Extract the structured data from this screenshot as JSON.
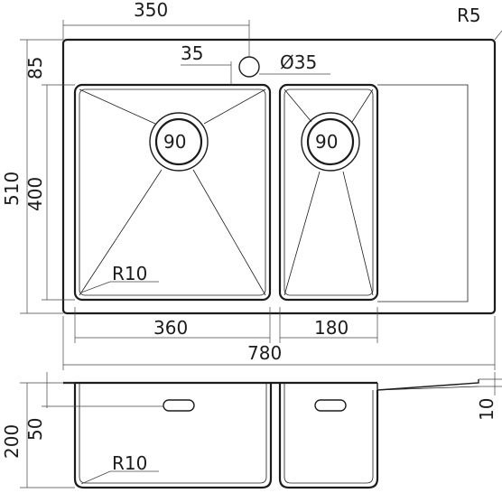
{
  "dimensions": {
    "top_width": "350",
    "corner_radius": "R5",
    "tap_offset": "35",
    "tap_hole": "Ø35",
    "height_small": "85",
    "total_height": "510",
    "bowl_height": "400",
    "drain_left": "90",
    "drain_right": "90",
    "inner_radius_top": "R10",
    "left_bowl_width": "360",
    "right_bowl_width": "180",
    "total_width": "780",
    "depth": "200",
    "overflow_depth": "50",
    "rim_thickness": "10",
    "inner_radius_side": "R10"
  }
}
